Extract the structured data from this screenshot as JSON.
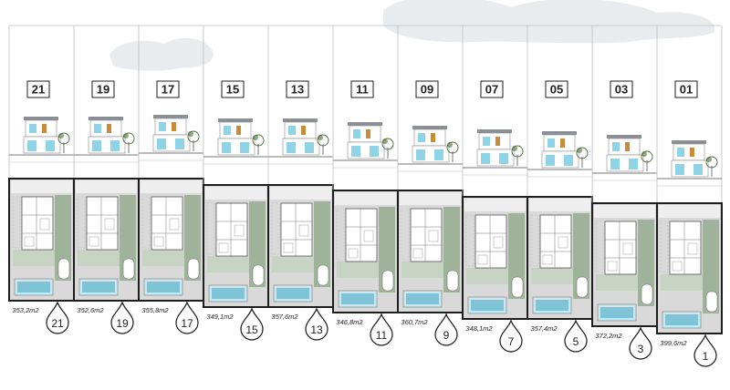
{
  "plots": [
    {
      "house": "21",
      "marker": "21",
      "area": "353,2m2"
    },
    {
      "house": "19",
      "marker": "19",
      "area": "352,6m2"
    },
    {
      "house": "17",
      "marker": "17",
      "area": "355,8m2"
    },
    {
      "house": "15",
      "marker": "15",
      "area": "349,1m2"
    },
    {
      "house": "13",
      "marker": "13",
      "area": "357,6m2"
    },
    {
      "house": "11",
      "marker": "11",
      "area": "346,8m2"
    },
    {
      "house": "09",
      "marker": "9",
      "area": "360,7m2"
    },
    {
      "house": "07",
      "marker": "7",
      "area": "348,1m2"
    },
    {
      "house": "05",
      "marker": "5",
      "area": "357,4m2"
    },
    {
      "house": "03",
      "marker": "3",
      "area": "372,2m2"
    },
    {
      "house": "01",
      "marker": "1",
      "area": "399,6m2"
    }
  ],
  "colors": {
    "sky_cloud": "#e9ecef",
    "elevation_line": "#b9bec4",
    "lot_border": "#1e1e1e",
    "garden": "#9fb39b",
    "garden_light": "#c7d3c3",
    "patio": "#d9d9d9",
    "pool": "#7fc3d6",
    "pool_edge": "#c9e7f0",
    "house_wall": "#ffffff",
    "roof_band": "#8a9096",
    "glass": "#8fd3e6",
    "accent_wood": "#c98a3a",
    "tree": "#4f6b3b",
    "marker_stroke": "#1a1a1a",
    "text": "#222222"
  }
}
